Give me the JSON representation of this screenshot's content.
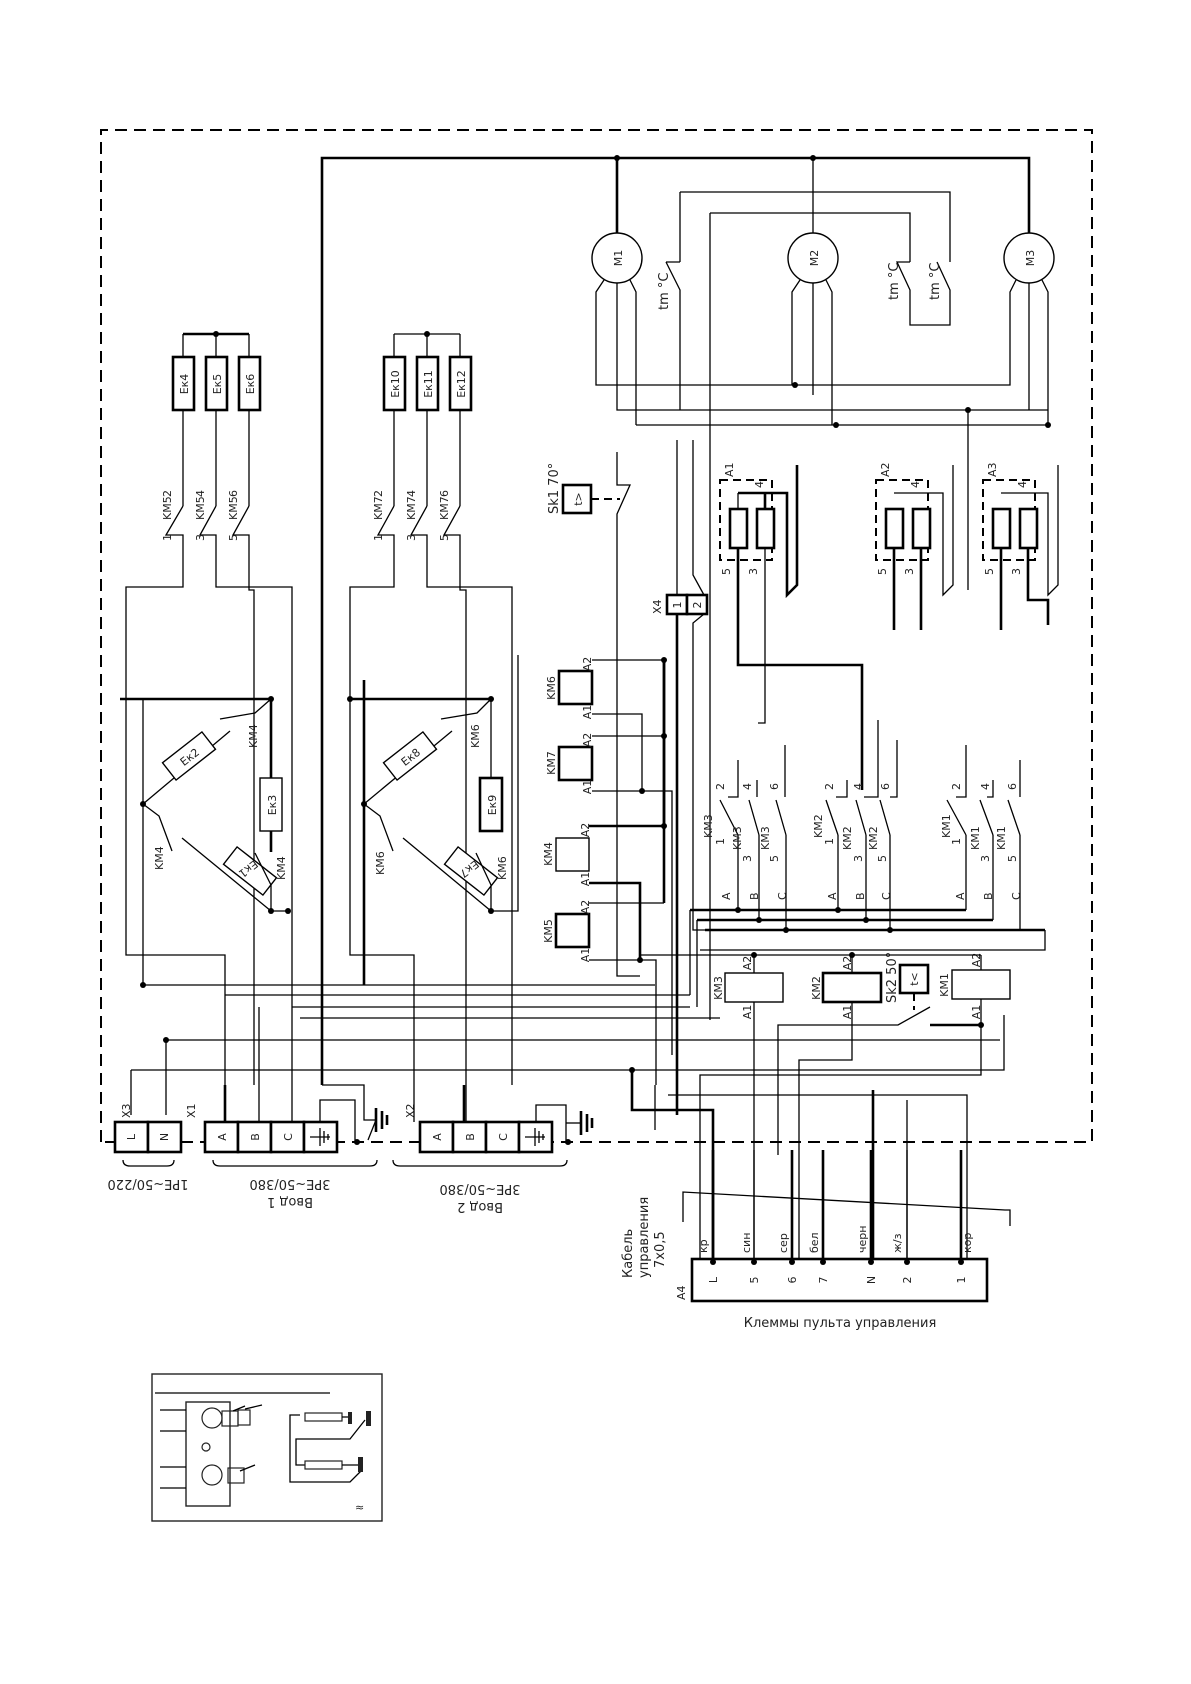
{
  "diagram": {
    "type": "electrical-schematic",
    "inputs": {
      "x3": {
        "designator": "X3",
        "terminals": [
          "L",
          "N"
        ],
        "rating": "1PE~50/220"
      },
      "x1": {
        "designator": "X1",
        "terminals": [
          "A",
          "B",
          "C",
          "PE"
        ],
        "rating": "3PE~50/380",
        "name": "Ввод 1"
      },
      "x2": {
        "designator": "X2",
        "terminals": [
          "A",
          "B",
          "C",
          "PE"
        ],
        "rating": "3PE~50/380",
        "name": "Ввод 2"
      }
    },
    "heater_groups": [
      {
        "heaters": [
          "Ек4",
          "Ек5",
          "Ек6"
        ],
        "contactor": "KM5",
        "contacts": {
          "in": [
            "1",
            "3",
            "5"
          ],
          "out": [
            "2",
            "4",
            "6"
          ]
        }
      },
      {
        "heaters": [
          "Ек10",
          "Ек11",
          "Ек12"
        ],
        "contactor": "KM7",
        "contacts": {
          "in": [
            "1",
            "3",
            "5"
          ],
          "out": [
            "2",
            "4",
            "6"
          ]
        }
      }
    ],
    "delta_groups": [
      {
        "heaters": [
          "Ек1",
          "Ек2",
          "Ек3"
        ],
        "contactor": "KM4",
        "labels": [
          "KM4",
          "KM4",
          "KM4"
        ]
      },
      {
        "heaters": [
          "Ек7",
          "Ек8",
          "Ек9"
        ],
        "contactor": "KM6",
        "labels": [
          "KM6",
          "KM6",
          "KM6"
        ]
      }
    ],
    "motors": [
      {
        "id": "M1"
      },
      {
        "id": "M2"
      },
      {
        "id": "M3"
      }
    ],
    "motor_thermal": [
      "tm °C",
      "tm °C",
      "tm °C"
    ],
    "modules": [
      {
        "id": "A1",
        "pins": [
          "5",
          "3",
          "4"
        ]
      },
      {
        "id": "A2",
        "pins": [
          "5",
          "3",
          "4"
        ]
      },
      {
        "id": "A3",
        "pins": [
          "5",
          "3",
          "4"
        ]
      }
    ],
    "thermostats": [
      {
        "id": "Sk1 70°",
        "symbol": "t>"
      },
      {
        "id": "Sk2 50°",
        "symbol": "t<"
      }
    ],
    "connector_x4": {
      "designator": "X4",
      "pins": [
        "1",
        "2"
      ]
    },
    "coils_left": [
      {
        "id": "KM6",
        "a1": "A1",
        "a2": "A2"
      },
      {
        "id": "KM7",
        "a1": "A1",
        "a2": "A2"
      },
      {
        "id": "KM4",
        "a1": "A1",
        "a2": "A2"
      },
      {
        "id": "KM5",
        "a1": "A1",
        "a2": "A2"
      }
    ],
    "coils_bottom": [
      {
        "id": "KM3",
        "a1": "A1",
        "a2": "A2"
      },
      {
        "id": "KM2",
        "a1": "A1",
        "a2": "A2"
      },
      {
        "id": "KM1",
        "a1": "A1",
        "a2": "A2"
      }
    ],
    "motor_contactors": [
      {
        "id": "KM3",
        "phases": [
          "A",
          "B",
          "C"
        ],
        "in": [
          "1",
          "3",
          "5"
        ],
        "out": [
          "2",
          "4",
          "6"
        ]
      },
      {
        "id": "KM2",
        "phases": [
          "A",
          "B",
          "C"
        ],
        "in": [
          "1",
          "3",
          "5"
        ],
        "out": [
          "2",
          "4",
          "6"
        ]
      },
      {
        "id": "KM1",
        "phases": [
          "A",
          "B",
          "C"
        ],
        "in": [
          "1",
          "3",
          "5"
        ],
        "out": [
          "2",
          "4",
          "6"
        ]
      }
    ],
    "control_cable": {
      "label_line1": "Кабель",
      "label_line2": "управления",
      "label_line3": "7х0,5",
      "wires": [
        "кр",
        "син",
        "сер",
        "бел",
        "черн",
        "ж/з",
        "кор"
      ]
    },
    "control_panel": {
      "designator": "A4",
      "terminals": [
        "L",
        "5",
        "6",
        "7",
        "N",
        "2",
        "1"
      ],
      "title": "Клеммы пульта управления"
    },
    "inset": {
      "mark": "≈"
    }
  }
}
